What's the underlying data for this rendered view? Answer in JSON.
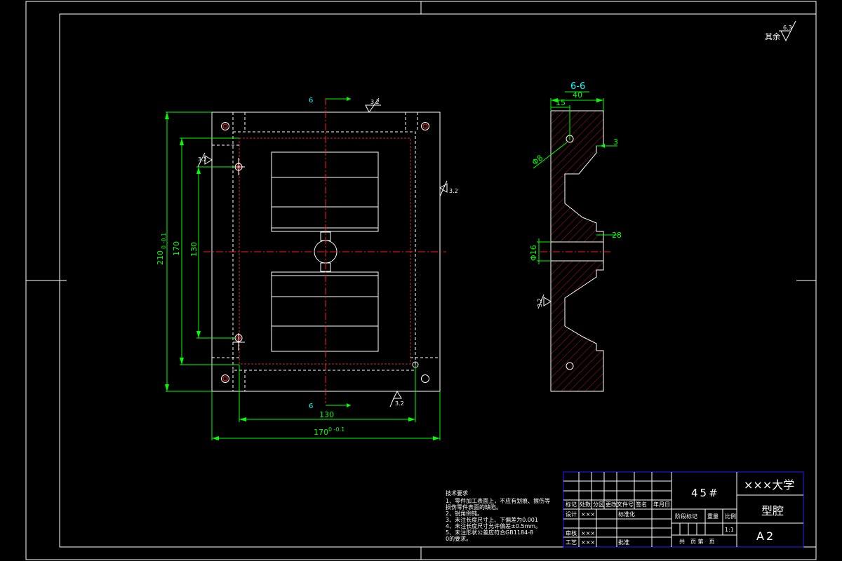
{
  "sheet": {
    "roughness_other_label": "其余",
    "roughness_other_value": "6.3"
  },
  "front_view": {
    "section_mark_top": "6",
    "section_mark_bottom": "6",
    "roughness_top": "3.2",
    "roughness_left": "3.2",
    "roughness_right": "3.2",
    "roughness_bottom": "3.2",
    "dim_height_overall": "210",
    "dim_height_overall_tol": "0 -0.1",
    "dim_height_170": "170",
    "dim_height_130": "130",
    "dim_width_130": "130",
    "dim_width_overall": "170",
    "dim_width_overall_tol": "0 -0.1"
  },
  "section_view": {
    "title": "6-6",
    "dim_width": "40",
    "dim_15": "15",
    "dim_3": "3",
    "dim_28": "28",
    "dim_phi8": "Φ8",
    "dim_phi16": "Φ16",
    "roughness_left": "3.2"
  },
  "tech_notes": {
    "title": "技术要求",
    "lines": [
      "1、零件加工表面上，不应有划痕、擦伤等",
      "   损伤零件表面的缺陷。",
      "2、锐角倒钝。",
      "3、未注长度尺寸上、下偏差为0.001",
      "4、未注长度尺寸允许偏差±0.5mm。",
      "5、未注形状公差应符合GB1184-8",
      "   0的要求。"
    ]
  },
  "title_block": {
    "material": "45#",
    "school": "×××大学",
    "part_name": "型腔",
    "drawing_no": "A2",
    "h_mark": "标记",
    "h_count": "处数",
    "h_zone": "分区",
    "h_doc": "更改文件号",
    "h_sign": "签名",
    "h_date": "年月日",
    "design_label": "设计",
    "design_name": "×××",
    "standard_label": "标准化",
    "check_label": "审核",
    "check_name": "×××",
    "process_label": "工艺",
    "process_name": "×××",
    "approve_label": "批准",
    "stage_label": "阶段标记",
    "weight_label": "重量",
    "scale_label": "比例",
    "scale_value": "1:1",
    "sheets_label": "共　页 第　页"
  }
}
